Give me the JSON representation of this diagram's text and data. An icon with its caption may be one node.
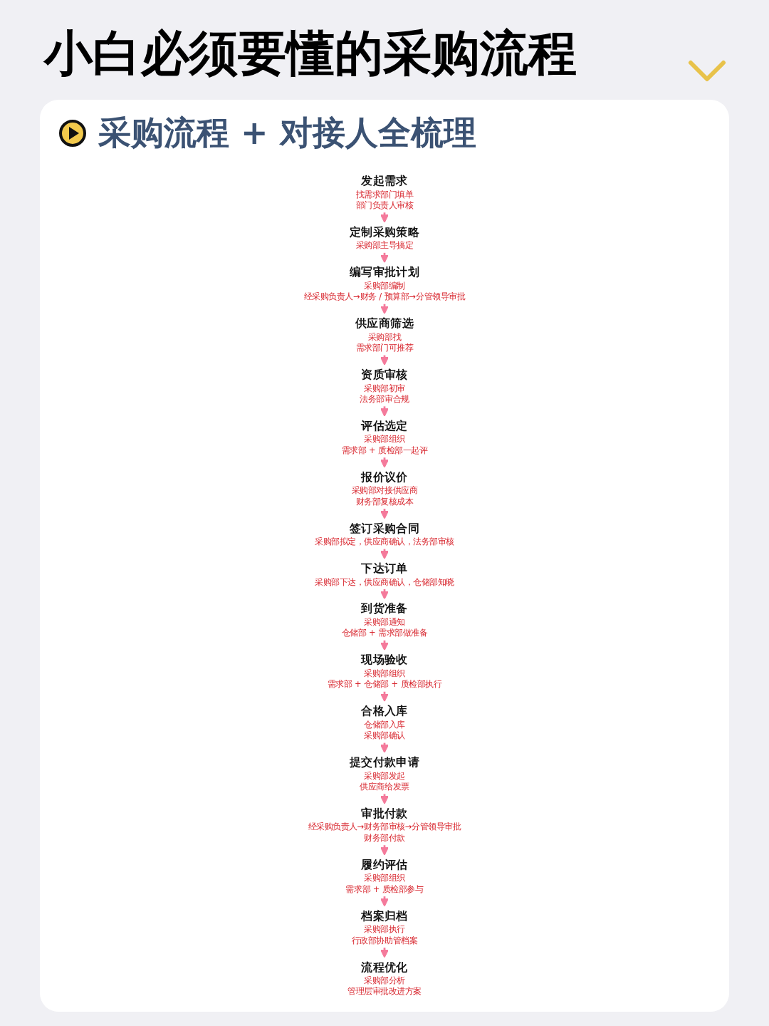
{
  "diagram": {
    "title": "小白必须要懂的采购流程",
    "nodes": [
      {
        "text": [
          "发起需求",
          "找需求部门填单",
          "部门负责人审核"
        ]
      },
      {
        "text": [
          "定制采购策略",
          "采购部主导搞定"
        ]
      },
      {
        "text": [
          "编写审批计划",
          "采购部编制",
          "经采购负责人→财务 / 预算部→分管领导审批"
        ]
      },
      {
        "text": [
          "供应商筛选",
          "采购部找",
          "需求部门可推荐"
        ]
      },
      {
        "text": [
          "资质审核",
          "采购部初审",
          "法务部审合规"
        ]
      },
      {
        "text": [
          "评估选定",
          "采购部组织",
          "需求部 + 质检部一起评"
        ]
      },
      {
        "text": [
          "报价议价",
          "采购部对接供应商",
          "财务部复核成本"
        ]
      },
      {
        "text": [
          "签订采购合同",
          "采购部拟定，供应商确认，法务部审核"
        ]
      },
      {
        "text": [
          "下达订单",
          "采购部下达，供应商确认，仓储部知晓"
        ]
      },
      {
        "text": [
          "到货准备",
          "采购部通知",
          "仓储部 + 需求部做准备"
        ]
      },
      {
        "text": [
          "现场验收",
          "采购部组织",
          "需求部 + 仓储部 + 质检部执行"
        ]
      },
      {
        "text": [
          "合格入库",
          "仓储部入库",
          "采购部确认"
        ]
      },
      {
        "text": [
          "提交付款申请",
          "采购部发起",
          "供应商给发票"
        ]
      },
      {
        "text": [
          "审批付款",
          "经采购负责人→财务部审核→分管领导审批",
          "财务部付款"
        ]
      },
      {
        "text": [
          "履约评估",
          "采购部组织",
          "需求部 + 质检部参与"
        ]
      },
      {
        "text": [
          "档案归档",
          "采购部执行",
          "行政部协助管档案"
        ]
      },
      {
        "text": [
          "流程优化",
          "采购部分析",
          "管理层审批改进方案"
        ]
      }
    ],
    "edges": [
      {
        "from": 0,
        "to": 1,
        "arrow": "to"
      },
      {
        "from": 1,
        "to": 2,
        "arrow": "to"
      },
      {
        "from": 2,
        "to": 3,
        "arrow": "to"
      },
      {
        "from": 3,
        "to": 4,
        "arrow": "to"
      },
      {
        "from": 4,
        "to": 5,
        "arrow": "to"
      },
      {
        "from": 5,
        "to": 6,
        "arrow": "to"
      },
      {
        "from": 6,
        "to": 7,
        "arrow": "to"
      },
      {
        "from": 7,
        "to": 8,
        "arrow": "to"
      },
      {
        "from": 8,
        "to": 9,
        "arrow": "to"
      },
      {
        "from": 9,
        "to": 10,
        "arrow": "to"
      },
      {
        "from": 10,
        "to": 11,
        "arrow": "to"
      },
      {
        "from": 11,
        "to": 12,
        "arrow": "to"
      },
      {
        "from": 12,
        "to": 13,
        "arrow": "to"
      },
      {
        "from": 13,
        "to": 14,
        "arrow": "to"
      },
      {
        "from": 14,
        "to": 15,
        "arrow": "to"
      },
      {
        "from": 15,
        "to": 16,
        "arrow": "to"
      }
    ],
    "labels": [
      "采购流程 + 对接人全梳理"
    ]
  }
}
